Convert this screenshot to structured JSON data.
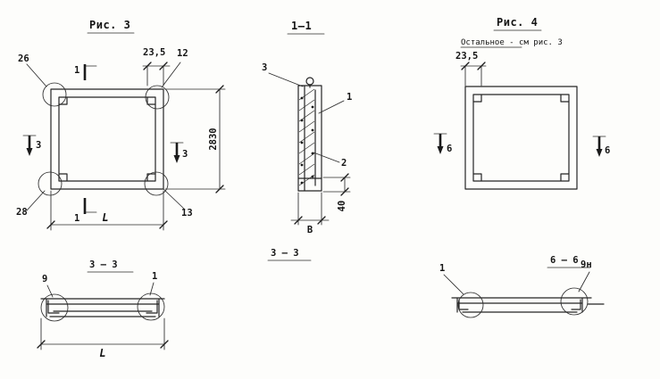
{
  "page": {
    "bg": "#fdfdfb",
    "ink": "#1d1d1d"
  },
  "fig3": {
    "title": "Рис. 3",
    "label_26": "26",
    "label_235": "23,5",
    "label_12": "12",
    "label_28": "28",
    "label_13": "13",
    "cut1_top": "1",
    "cut1_bottom": "1",
    "cut3_left": "3",
    "cut3_right": "3",
    "dim_height": "2830",
    "dim_length": "L"
  },
  "section11": {
    "title": "1—1",
    "label_3": "3",
    "label_1": "1",
    "label_2": "2",
    "dim_width": "В",
    "dim_40": "40",
    "caption": "3 — 3"
  },
  "fig4": {
    "title": "Рис. 4",
    "note": "Остальное - см  рис. 3",
    "label_235": "23,5",
    "cut6_left": "6",
    "cut6_right": "6"
  },
  "section33": {
    "title": "3 — 3",
    "label_9": "9",
    "label_1": "1",
    "dim_length": "L"
  },
  "section66": {
    "title": "6 — 6",
    "label_1": "1",
    "label_9n": "9н"
  }
}
